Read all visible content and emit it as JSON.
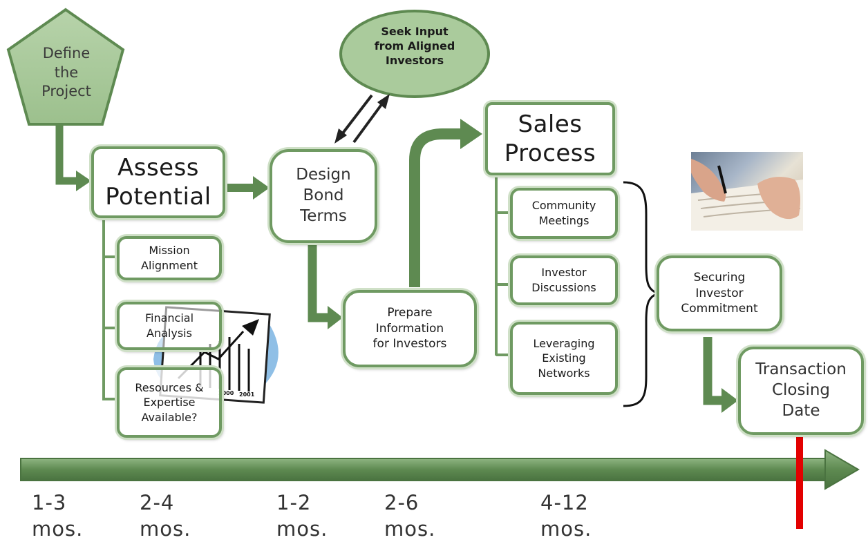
{
  "diagram": {
    "start": {
      "label": "Define\nthe\nProject"
    },
    "assess": {
      "label": "Assess\nPotential"
    },
    "assess_subitems": [
      {
        "label": "Mission\nAlignment"
      },
      {
        "label": "Financial\nAnalysis"
      },
      {
        "label": "Resources &\nExpertise\nAvailable?"
      }
    ],
    "design": {
      "label": "Design\nBond\nTerms"
    },
    "seek": {
      "label": "Seek Input\nfrom Aligned\nInvestors"
    },
    "prepare": {
      "label": "Prepare\nInformation\nfor Investors"
    },
    "sales": {
      "label": "Sales\nProcess"
    },
    "sales_subitems": [
      {
        "label": "Community\nMeetings"
      },
      {
        "label": "Investor\nDiscussions"
      },
      {
        "label": "Leveraging\nExisting\nNetworks"
      }
    ],
    "securing": {
      "label": "Securing\nInvestor\nCommitment"
    },
    "closing": {
      "label": "Transaction\nClosing\nDate"
    },
    "chart_clipart": {
      "year_labels": [
        "2000",
        "2001"
      ]
    }
  },
  "timeline": {
    "ticks": [
      {
        "label": "1-3\nmos."
      },
      {
        "label": "2-4\nmos."
      },
      {
        "label": "1-2\nmos."
      },
      {
        "label": "2-6\nmos."
      },
      {
        "label": "4-12\nmos."
      }
    ]
  },
  "colors": {
    "green": "#5e8a51",
    "green_light": "#8fb582",
    "border": "#6f9a62",
    "oval_fill": "#aacb9c",
    "marker": "#e30000"
  }
}
